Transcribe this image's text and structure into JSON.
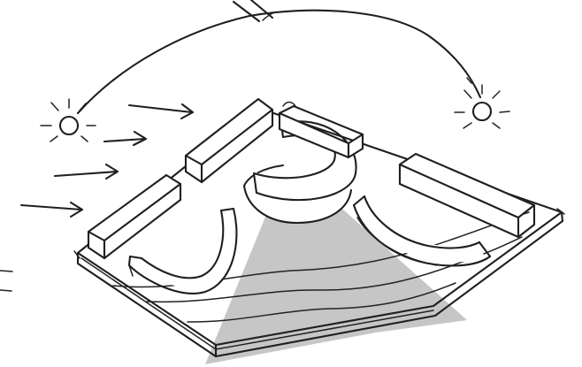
{
  "sketch": {
    "subject": "",
    "colors": {
      "ink": "#1f1f1f",
      "shade": "#c6c6c6",
      "background": "#ffffff"
    },
    "icons": {
      "sun_left": "sun-icon",
      "sun_right": "sun-icon",
      "wind_arrows": "arrow-right-icon",
      "sun_path": "arc-path-icon"
    },
    "counts": {
      "wind_arrows": 4,
      "bar_blocks": 4,
      "curved_walls": 3,
      "suns": 2
    }
  }
}
